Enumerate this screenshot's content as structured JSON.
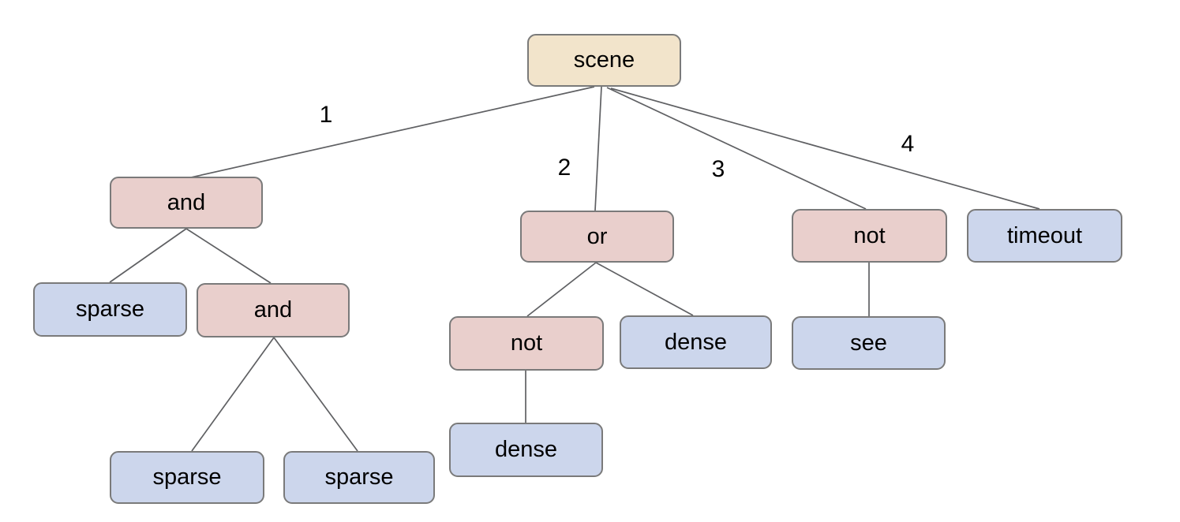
{
  "diagram": {
    "type": "tree",
    "description_visible": false
  },
  "nodes": {
    "scene": {
      "label": "scene",
      "kind": "root"
    },
    "and1": {
      "label": "and",
      "kind": "operator"
    },
    "or1": {
      "label": "or",
      "kind": "operator"
    },
    "not1": {
      "label": "not",
      "kind": "operator"
    },
    "timeout1": {
      "label": "timeout",
      "kind": "leaf"
    },
    "sparse1": {
      "label": "sparse",
      "kind": "leaf"
    },
    "and2": {
      "label": "and",
      "kind": "operator"
    },
    "not2": {
      "label": "not",
      "kind": "operator"
    },
    "dense1": {
      "label": "dense",
      "kind": "leaf"
    },
    "see1": {
      "label": "see",
      "kind": "leaf"
    },
    "dense2": {
      "label": "dense",
      "kind": "leaf"
    },
    "sparse2": {
      "label": "sparse",
      "kind": "leaf"
    },
    "sparse3": {
      "label": "sparse",
      "kind": "leaf"
    }
  },
  "edge_labels": {
    "branch1": "1",
    "branch2": "2",
    "branch3": "3",
    "branch4": "4"
  },
  "structure": {
    "scene": {
      "1": {
        "and": [
          "sparse",
          {
            "and": [
              "sparse",
              "sparse"
            ]
          }
        ]
      },
      "2": {
        "or": [
          {
            "not": [
              "dense"
            ]
          },
          "dense"
        ]
      },
      "3": {
        "not": [
          "see"
        ]
      },
      "4": "timeout"
    }
  },
  "colors": {
    "root_fill": "#f2e4cb",
    "operator_fill": "#e9cfcc",
    "leaf_fill": "#ccd6ec",
    "node_border": "#7a7a7a",
    "edge_line": "#5f6063",
    "text": "#000000",
    "background": "#ffffff"
  }
}
